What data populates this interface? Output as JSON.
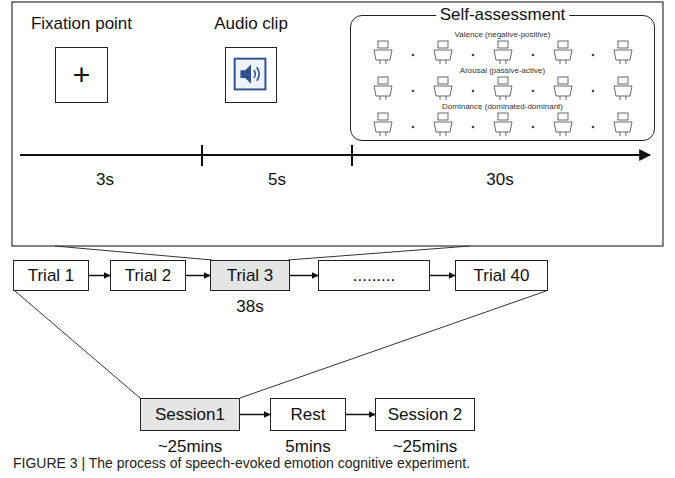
{
  "diagram": {
    "caption": "FIGURE 3 | The process of speech-evoked emotion cognitive experiment.",
    "nodes": [
      {
        "text": [
          "Fixation point",
          "+"
        ]
      },
      {
        "text": [
          "Audio clip"
        ]
      },
      {
        "text": [
          "Self-assessment",
          "Valence (negative-positive)",
          "Arousal (passive-active)",
          "Dominance (dominated-dominant)"
        ]
      },
      {
        "text": [
          "Trial 1"
        ]
      },
      {
        "text": [
          "Trial 2"
        ]
      },
      {
        "text": [
          "Trial 3",
          "38s"
        ]
      },
      {
        "text": [
          "........."
        ]
      },
      {
        "text": [
          "Trial 40"
        ]
      },
      {
        "text": [
          "Session1",
          "~25mins"
        ]
      },
      {
        "text": [
          "Rest",
          "5mins"
        ]
      },
      {
        "text": [
          "Session 2",
          "~25mins"
        ]
      }
    ],
    "edges": [
      {
        "from": 3,
        "to": 4,
        "arrow": "to"
      },
      {
        "from": 4,
        "to": 5,
        "arrow": "to"
      },
      {
        "from": 5,
        "to": 6,
        "arrow": "to"
      },
      {
        "from": 6,
        "to": 7,
        "arrow": "to"
      },
      {
        "from": 8,
        "to": 9,
        "arrow": "to"
      },
      {
        "from": 9,
        "to": 10,
        "arrow": "to"
      }
    ],
    "labels": [
      "3s",
      "5s",
      "30s"
    ]
  }
}
